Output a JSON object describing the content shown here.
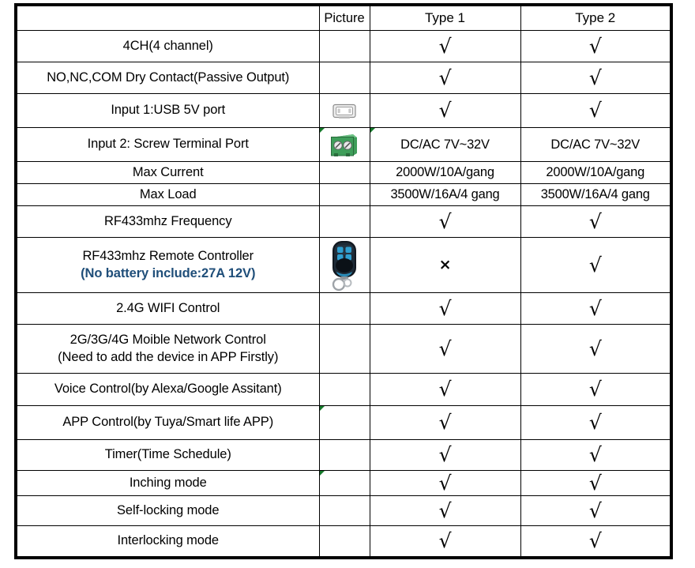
{
  "table": {
    "columns": [
      "",
      "Picture",
      "Type 1",
      "Type 2"
    ],
    "header": {
      "feature_label": "",
      "picture_label": "Picture",
      "type1_label": "Type 1",
      "type2_label": "Type 2"
    },
    "marks": {
      "check": "√",
      "cross": "×"
    },
    "colors": {
      "blue_note": "#1F4E79",
      "border": "#000000",
      "comment_marker": "#157a2b",
      "terminal_green": "#3f9e5a",
      "remote_body": "#111820",
      "remote_button": "#2f9fd0"
    },
    "rows": [
      {
        "feature": "4CH(4 channel)",
        "feature_note": "",
        "picture": "",
        "type1": "√",
        "type2": "√",
        "comment_marker": false
      },
      {
        "feature": "NO,NC,COM Dry Contact(Passive Output)",
        "feature_note": "",
        "picture": "",
        "type1": "√",
        "type2": "√",
        "comment_marker": false
      },
      {
        "feature": "Input 1:USB 5V port",
        "feature_note": "",
        "picture": "usb-port-icon",
        "type1": "√",
        "type2": "√",
        "comment_marker": false
      },
      {
        "feature": "Input 2:  Screw Terminal Port",
        "feature_note": "",
        "picture": "screw-terminal-icon",
        "type1": "DC/AC 7V~32V",
        "type2": "DC/AC 7V~32V",
        "comment_marker": true
      },
      {
        "feature": "Max Current",
        "feature_note": "",
        "picture": "",
        "type1": "2000W/10A/gang",
        "type2": "2000W/10A/gang",
        "comment_marker": false
      },
      {
        "feature": "Max Load",
        "feature_note": "",
        "picture": "",
        "type1": "3500W/16A/4 gang",
        "type2": "3500W/16A/4 gang",
        "comment_marker": false
      },
      {
        "feature": "RF433mhz Frequency",
        "feature_note": "",
        "picture": "",
        "type1": "√",
        "type2": "√",
        "comment_marker": false
      },
      {
        "feature": "RF433mhz Remote Controller",
        "feature_note": "(No battery include:27A 12V)",
        "picture": "rf-remote-icon",
        "type1": "×",
        "type2": "√",
        "comment_marker": false
      },
      {
        "feature": "2.4G WIFI Control",
        "feature_note": "",
        "picture": "",
        "type1": "√",
        "type2": "√",
        "comment_marker": false
      },
      {
        "feature": "2G/3G/4G Moible Network Control",
        "feature_note": "(Need to add the device in APP Firstly)",
        "picture": "",
        "type1": "√",
        "type2": "√",
        "comment_marker": false
      },
      {
        "feature": "Voice Control(by Alexa/Google Assitant)",
        "feature_note": "",
        "picture": "",
        "type1": "√",
        "type2": "√",
        "comment_marker": false
      },
      {
        "feature": "APP Control(by Tuya/Smart life APP)",
        "feature_note": "",
        "picture": "",
        "type1": "√",
        "type2": "√",
        "comment_marker": true
      },
      {
        "feature": "Timer(Time Schedule)",
        "feature_note": "",
        "picture": "",
        "type1": "√",
        "type2": "√",
        "comment_marker": false
      },
      {
        "feature": "Inching mode",
        "feature_note": "",
        "picture": "",
        "type1": "√",
        "type2": "√",
        "comment_marker": true
      },
      {
        "feature": "Self-locking mode",
        "feature_note": "",
        "picture": "",
        "type1": "√",
        "type2": "√",
        "comment_marker": false
      },
      {
        "feature": "Interlocking mode",
        "feature_note": "",
        "picture": "",
        "type1": "√",
        "type2": "√",
        "comment_marker": false
      }
    ]
  }
}
